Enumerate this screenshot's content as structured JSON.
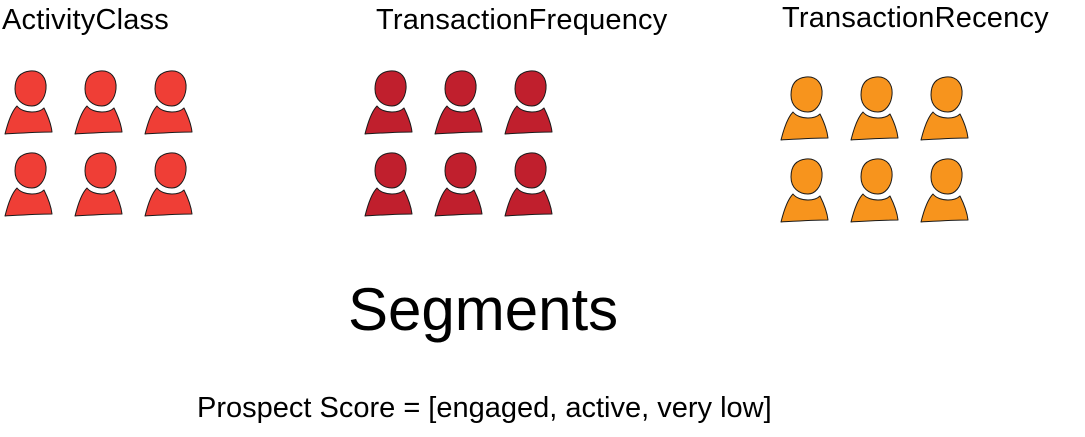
{
  "groups": [
    {
      "id": "activity",
      "label": "ActivityClass",
      "color": "#ef3e36",
      "icon": "person-icon",
      "count": 6
    },
    {
      "id": "frequency",
      "label": "TransactionFrequency",
      "color": "#c01f2d",
      "icon": "person-icon",
      "count": 6
    },
    {
      "id": "recency",
      "label": "TransactionRecency",
      "color": "#f7941d",
      "icon": "person-icon",
      "count": 6
    }
  ],
  "title": "Segments",
  "prospect_score": "Prospect Score = [engaged, active, very low]"
}
